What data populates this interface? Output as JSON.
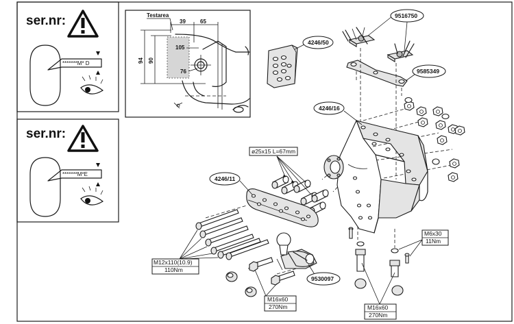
{
  "panels": {
    "serial_top": {
      "heading": "ser.nr:",
      "plate_code": "*******M* D"
    },
    "serial_bottom": {
      "heading": "ser.nr:",
      "plate_code": "*******M*E"
    },
    "detail": {
      "label": "Testarea",
      "dim_top_left": "39",
      "dim_top_right": "65",
      "dim_vertical_outer": "94",
      "dim_vertical_inner": "90",
      "dim_inner_upper": "105",
      "dim_inner_lower": "76"
    }
  },
  "parts": {
    "plate_small": "4246/50",
    "bracket_pair": "9516750",
    "strap": "9585349",
    "main_frame": "4246/16",
    "spacers": "ø25x15 L=67mm",
    "mount_plate": "4246/11",
    "ball": "9530097"
  },
  "fasteners": {
    "m12": {
      "size": "M12x110(10.9)",
      "torque": "110Nm"
    },
    "m6": {
      "size": "M6x30",
      "torque": "11Nm"
    },
    "m16_left": {
      "size": "M16x60",
      "torque": "270Nm"
    },
    "m16_right": {
      "size": "M16x60",
      "torque": "270Nm"
    }
  }
}
